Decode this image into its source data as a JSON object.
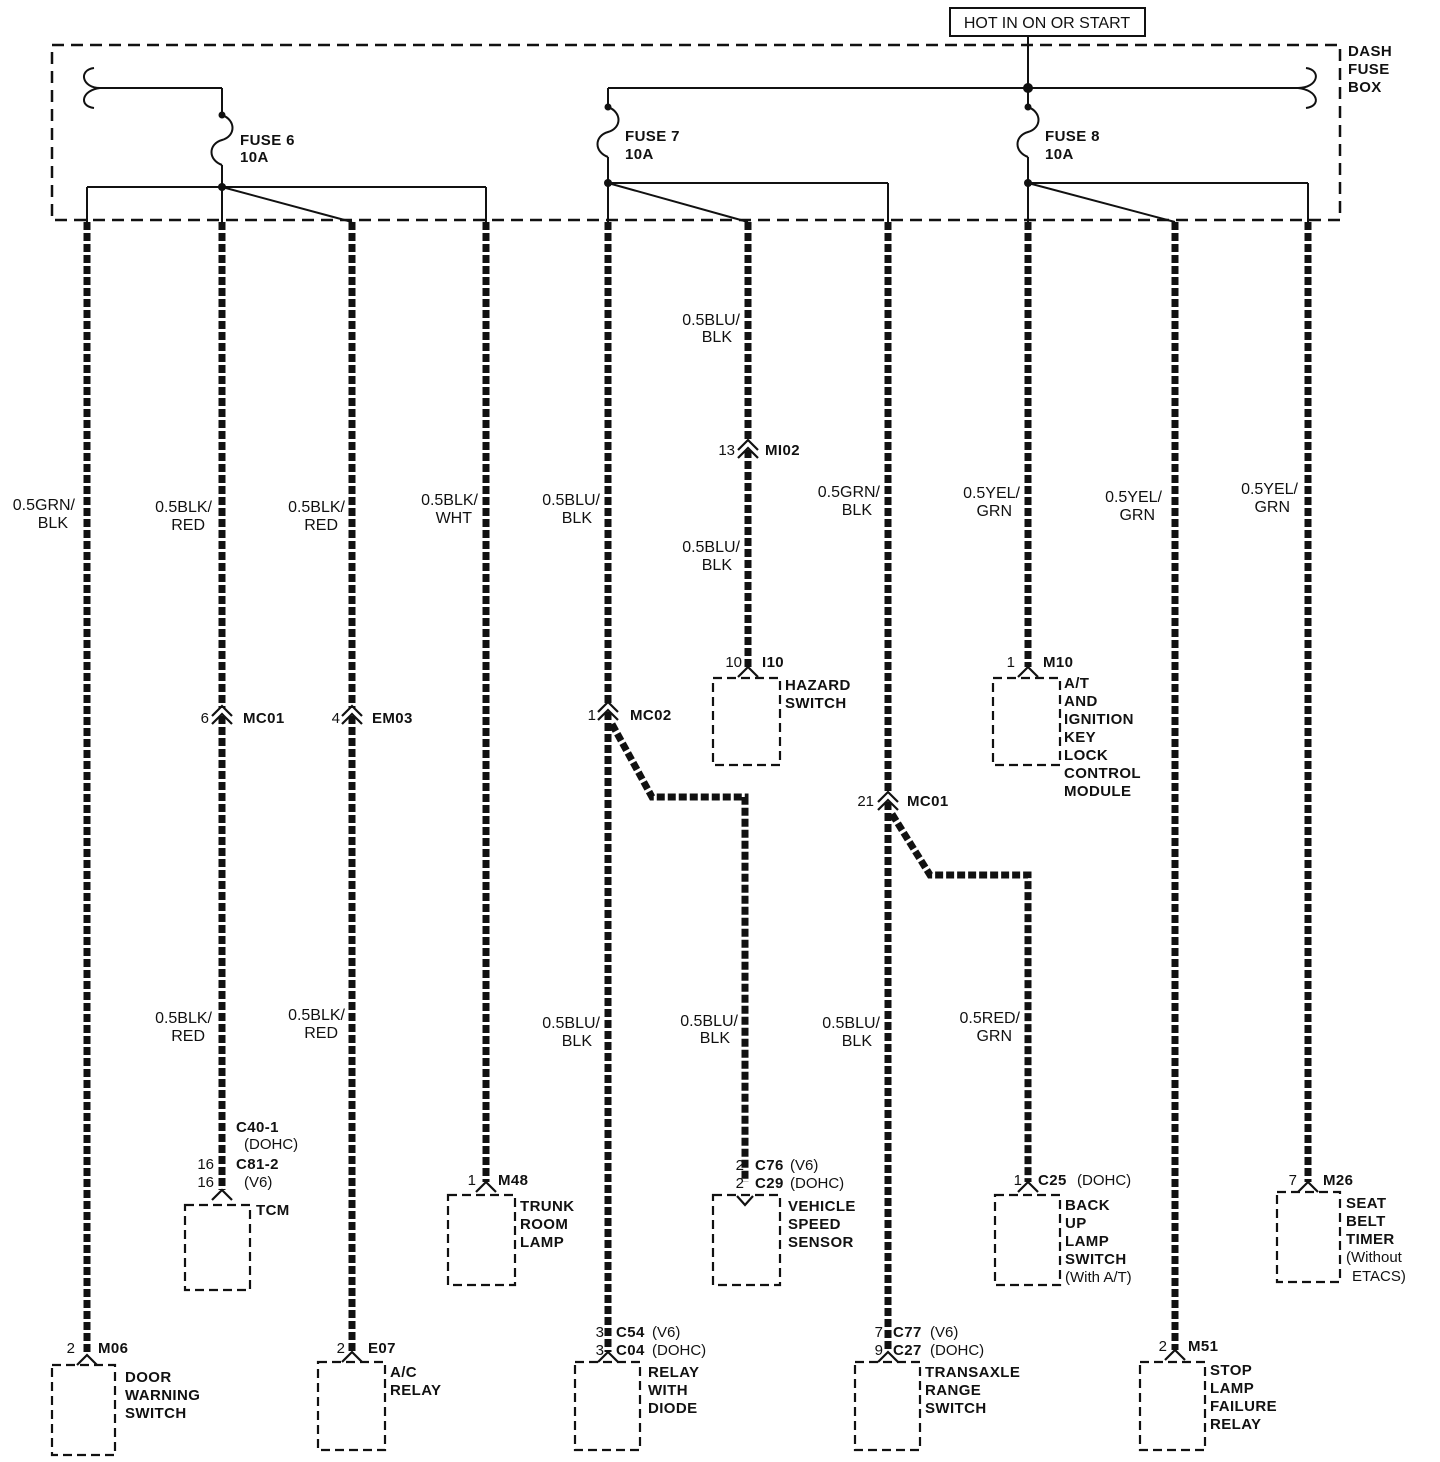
{
  "power_source": "HOT IN ON OR START",
  "fuse_box": {
    "label": [
      "DASH",
      "FUSE",
      "BOX"
    ]
  },
  "fuses": {
    "fuse6": {
      "name": "FUSE 6",
      "rating": "10A"
    },
    "fuse7": {
      "name": "FUSE 7",
      "rating": "10A"
    },
    "fuse8": {
      "name": "FUSE 8",
      "rating": "10A"
    }
  },
  "circuits": {
    "door_warning_switch": {
      "wire": [
        "0.5GRN/",
        "BLK"
      ],
      "connector": {
        "pin": "2",
        "id": "M06"
      },
      "component": [
        "DOOR",
        "WARNING",
        "SWITCH"
      ]
    },
    "tcm": {
      "wire_upper": [
        "0.5BLK/",
        "RED"
      ],
      "inline": {
        "pin": "6",
        "id": "MC01"
      },
      "wire_lower": [
        "0.5BLK/",
        "RED"
      ],
      "connector": {
        "ids": [
          "C40-1",
          "C81-2"
        ],
        "variants": [
          "(DOHC)",
          "(V6)"
        ],
        "pins": [
          "16",
          "16"
        ]
      },
      "component": [
        "TCM"
      ]
    },
    "ac_relay": {
      "wire_upper": [
        "0.5BLK/",
        "RED"
      ],
      "inline": {
        "pin": "4",
        "id": "EM03"
      },
      "wire_lower": [
        "0.5BLK/",
        "RED"
      ],
      "connector": {
        "pin": "2",
        "id": "E07"
      },
      "component": [
        "A/C",
        "RELAY"
      ]
    },
    "trunk_room_lamp": {
      "wire": [
        "0.5BLK/",
        "WHT"
      ],
      "connector": {
        "pin": "1",
        "id": "M48"
      },
      "component": [
        "TRUNK",
        "ROOM",
        "LAMP"
      ]
    },
    "relay_with_diode": {
      "wire_upper": [
        "0.5BLU/",
        "BLK"
      ],
      "inline": {
        "pin": "1",
        "id": "MC02"
      },
      "wire_lower": [
        "0.5BLU/",
        "BLK"
      ],
      "connector": {
        "pins": [
          "3",
          "3"
        ],
        "ids": [
          "C54",
          "C04"
        ],
        "variants": [
          "(V6)",
          "(DOHC)"
        ]
      },
      "component": [
        "RELAY",
        "WITH",
        "DIODE"
      ]
    },
    "vehicle_speed_sensor": {
      "wire": [
        "0.5BLU/",
        "BLK"
      ],
      "connector": {
        "pins": [
          "2",
          "2"
        ],
        "ids": [
          "C76",
          "C29"
        ],
        "variants": [
          "(V6)",
          "(DOHC)"
        ]
      },
      "component": [
        "VEHICLE",
        "SPEED",
        "SENSOR"
      ]
    },
    "hazard_switch": {
      "wire_upper": [
        "0.5BLU/",
        "BLK"
      ],
      "inline": {
        "pin": "13",
        "id": "MI02"
      },
      "wire_lower": [
        "0.5BLU/",
        "BLK"
      ],
      "connector": {
        "pin": "10",
        "id": "I10"
      },
      "component": [
        "HAZARD",
        "SWITCH"
      ]
    },
    "transaxle_range_switch": {
      "wire_upper": [
        "0.5GRN/",
        "BLK"
      ],
      "inline": {
        "pin": "21",
        "id": "MC01"
      },
      "wire_lower": [
        "0.5BLU/",
        "BLK"
      ],
      "connector": {
        "pins": [
          "7",
          "9"
        ],
        "ids": [
          "C77",
          "C27"
        ],
        "variants": [
          "(V6)",
          "(DOHC)"
        ]
      },
      "component": [
        "TRANSAXLE",
        "RANGE",
        "SWITCH"
      ]
    },
    "back_up_lamp_switch": {
      "wire": [
        "0.5RED/",
        "GRN"
      ],
      "connector": {
        "pin": "1",
        "id": "C25",
        "variant": "(DOHC)"
      },
      "component": [
        "BACK",
        "UP",
        "LAMP",
        "SWITCH",
        "(With A/T)"
      ]
    },
    "at_ignition_key_lock_module": {
      "wire": [
        "0.5YEL/",
        "GRN"
      ],
      "connector": {
        "pin": "1",
        "id": "M10"
      },
      "component": [
        "A/T",
        "AND",
        "IGNITION",
        "KEY",
        "LOCK",
        "CONTROL",
        "MODULE"
      ]
    },
    "stop_lamp_failure_relay": {
      "wire": [
        "0.5YEL/",
        "GRN"
      ],
      "connector": {
        "pin": "2",
        "id": "M51"
      },
      "component": [
        "STOP",
        "LAMP",
        "FAILURE",
        "RELAY"
      ]
    },
    "seat_belt_timer": {
      "wire": [
        "0.5YEL/",
        "GRN"
      ],
      "connector": {
        "pin": "7",
        "id": "M26"
      },
      "component": [
        "SEAT",
        "BELT",
        "TIMER",
        "(Without",
        "ETACS)"
      ]
    }
  },
  "colors": {
    "line": "#111111",
    "background": "#ffffff"
  }
}
